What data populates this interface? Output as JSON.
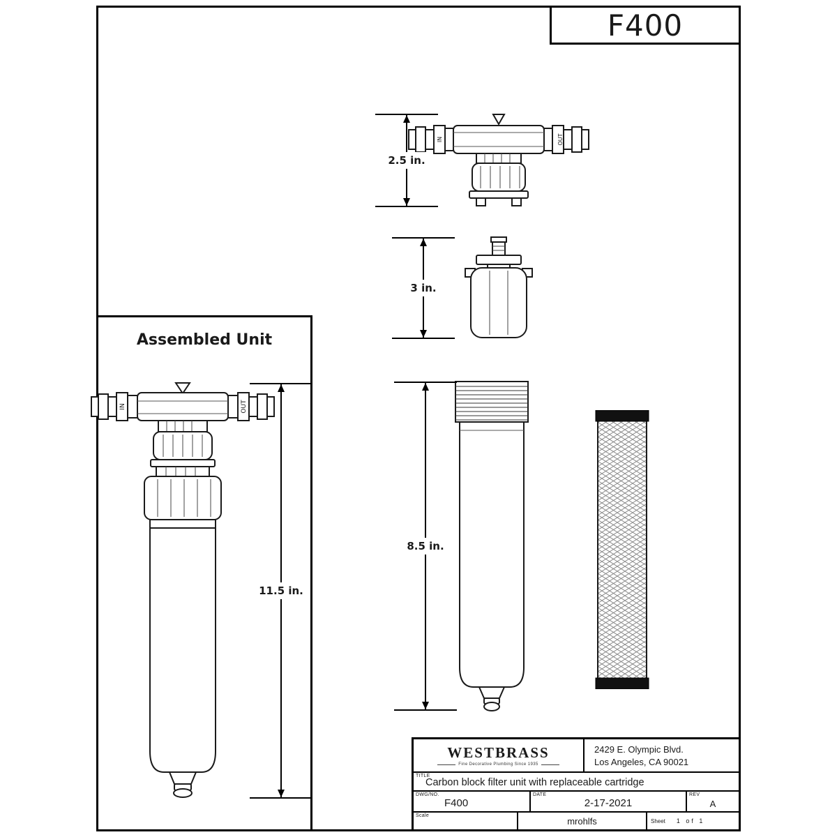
{
  "drawing": {
    "number": "F400"
  },
  "assembled_view": {
    "label": "Assembled Unit",
    "dimension": "11.5 in.",
    "in_label": "IN",
    "out_label": "OUT"
  },
  "head_view": {
    "dimension": "2.5 in.",
    "in_label": "IN",
    "out_label": "OUT"
  },
  "adapter_view": {
    "dimension": "3 in."
  },
  "housing_view": {
    "dimension": "8.5 in."
  },
  "title_block": {
    "company": "WESTBRASS",
    "tagline": "Fine Decorative Plumbing Since 1935",
    "address_line1": "2429 E. Olympic Blvd.",
    "address_line2": "Los Angeles, CA 90021",
    "title_label": "TITLE",
    "title": "Carbon block filter unit with replaceable cartridge",
    "dwg_label": "DWG/NO.",
    "dwg_value": "F400",
    "date_label": "DATE",
    "date_value": "2-17-2021",
    "rev_label": "REV",
    "rev_value": "A",
    "scale_label": "Scale",
    "drawn_by": "mrohlfs",
    "sheet_label": "Sheet",
    "sheet_value": "1 of 1"
  }
}
